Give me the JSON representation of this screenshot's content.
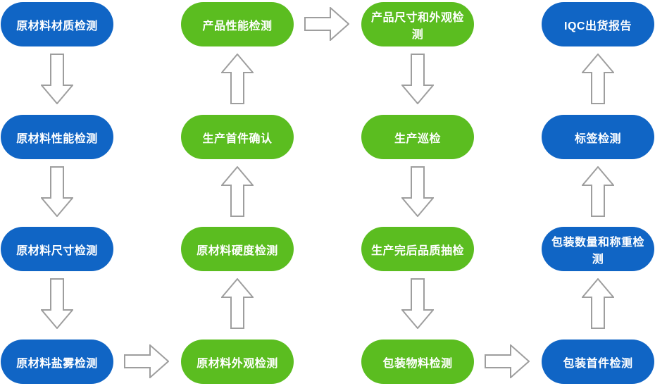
{
  "colors": {
    "node_blue": "#1065C5",
    "node_green": "#5BBD20",
    "node_text": "#FFFFFF",
    "arrow_fill": "#FFFFFF",
    "arrow_outline": "#9E9E9E",
    "background": "#FFFFFF"
  },
  "columns": [
    {
      "flow_direction": "down",
      "nodes": [
        {
          "label": "原材料材质检测",
          "color": "blue"
        },
        {
          "label": "原材料性能检测",
          "color": "blue"
        },
        {
          "label": "原材料尺寸检测",
          "color": "blue"
        },
        {
          "label": "原材料盐雾检测",
          "color": "blue"
        }
      ]
    },
    {
      "flow_direction": "up",
      "nodes": [
        {
          "label": "产品性能检测",
          "color": "green"
        },
        {
          "label": "生产首件确认",
          "color": "green"
        },
        {
          "label": "原材料硬度检测",
          "color": "green"
        },
        {
          "label": "原材料外观检测",
          "color": "green"
        }
      ]
    },
    {
      "flow_direction": "down",
      "nodes": [
        {
          "label": "产品尺寸和外观检测",
          "color": "green"
        },
        {
          "label": "生产巡检",
          "color": "green"
        },
        {
          "label": "生产完后品质抽检",
          "color": "green"
        },
        {
          "label": "包装物料检测",
          "color": "green"
        }
      ]
    },
    {
      "flow_direction": "up",
      "nodes": [
        {
          "label": "IQC出货报告",
          "color": "blue"
        },
        {
          "label": "标签检测",
          "color": "blue"
        },
        {
          "label": "包装数量和称重检测",
          "color": "blue"
        },
        {
          "label": "包装首件检测",
          "color": "blue"
        }
      ]
    }
  ],
  "connectors": {
    "vertical_arrows_per_column": [
      "down",
      "up",
      "down",
      "up"
    ],
    "horizontal_arrows": [
      {
        "row": 4,
        "from_label": "原材料盐雾检测",
        "to_label": "原材料外观检测",
        "direction": "right"
      },
      {
        "row": 1,
        "from_label": "产品性能检测",
        "to_label": "产品尺寸和外观检测",
        "direction": "right"
      },
      {
        "row": 4,
        "from_label": "包装物料检测",
        "to_label": "包装首件检测",
        "direction": "right"
      }
    ]
  }
}
